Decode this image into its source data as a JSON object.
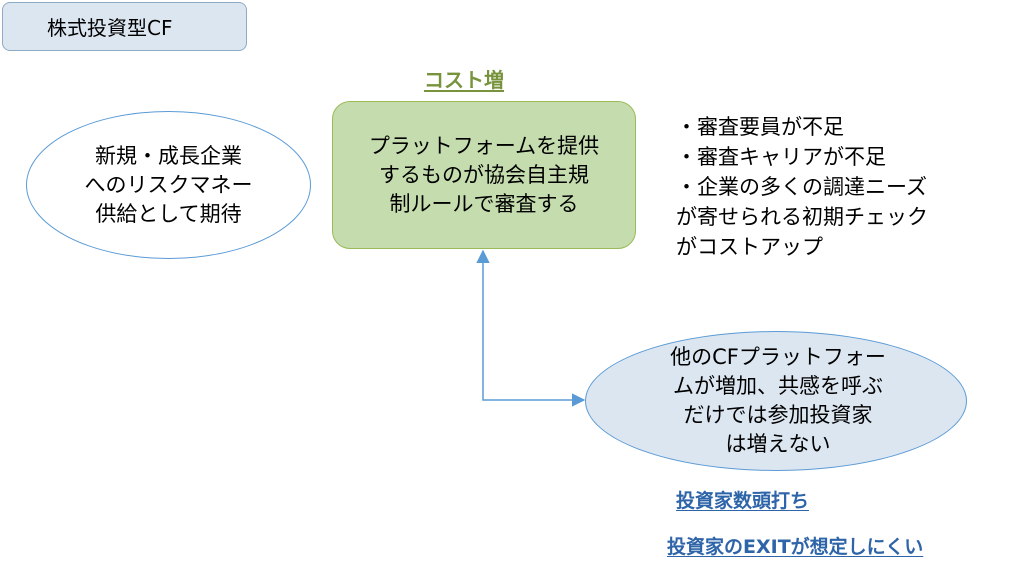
{
  "title": "株式投資型CF",
  "oval_left": "新規・成長企業\nへのリスクマネー\n供給として期待",
  "cost_label": "コスト増",
  "green_box": "プラットフォームを提供\nするものが協会自主規\n制ルールで審査する",
  "bullets": "・審査要員が不足\n・審査キャリアが不足\n・企業の多くの調達ニーズ\nが寄せられる初期チェック\nがコストアップ",
  "oval_right": "他のCFプラットフォー\nムが増加、共感を呼ぶ\nだけでは参加投資家\nは増えない",
  "links": [
    "投資家数頭打ち",
    "投資家のEXITが想定しにくい"
  ],
  "colors": {
    "title_fill": "#dce6f1",
    "green_fill": "#c4dcae",
    "oval_right_fill": "#dce6f1",
    "connector": "#5b9bd5",
    "cost_label": "#77933c",
    "link": "#2e64a8"
  }
}
